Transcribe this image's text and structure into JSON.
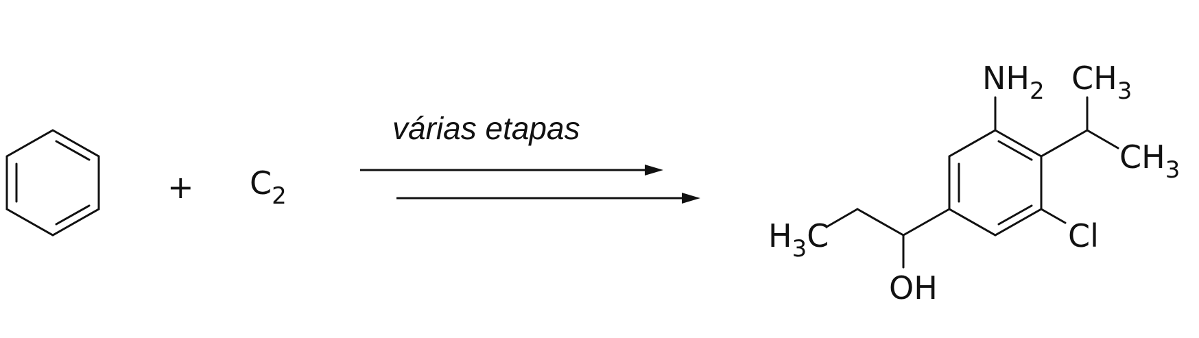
{
  "reaction": {
    "reactant_1": "benzene",
    "plus": "+",
    "reactant_2": {
      "main": "C",
      "sub": "2"
    },
    "condition": "várias etapas",
    "product": {
      "groups": {
        "nh2": {
          "main": "NH",
          "sub": "2"
        },
        "ch3_top": {
          "main": "CH",
          "sub": "3"
        },
        "ch3_right": {
          "main": "CH",
          "sub": "3"
        },
        "h3c": {
          "pre": "H",
          "sub": "3",
          "post": "C"
        },
        "cl": "Cl",
        "oh": "OH"
      }
    }
  }
}
